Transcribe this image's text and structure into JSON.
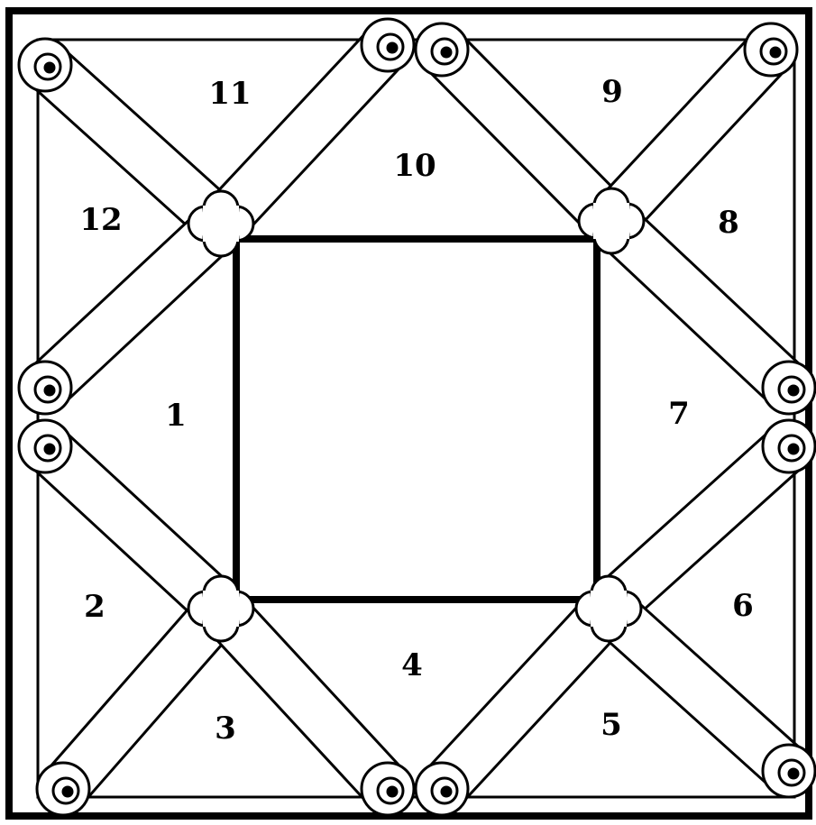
{
  "colors": {
    "ink": "#000000",
    "paper": "#ffffff"
  },
  "regions": [
    {
      "id": "region-1",
      "label": "1"
    },
    {
      "id": "region-2",
      "label": "2"
    },
    {
      "id": "region-3",
      "label": "3"
    },
    {
      "id": "region-4",
      "label": "4"
    },
    {
      "id": "region-5",
      "label": "5"
    },
    {
      "id": "region-6",
      "label": "6"
    },
    {
      "id": "region-7",
      "label": "7"
    },
    {
      "id": "region-8",
      "label": "8"
    },
    {
      "id": "region-9",
      "label": "9"
    },
    {
      "id": "region-10",
      "label": "10"
    },
    {
      "id": "region-11",
      "label": "11"
    },
    {
      "id": "region-12",
      "label": "12"
    }
  ]
}
